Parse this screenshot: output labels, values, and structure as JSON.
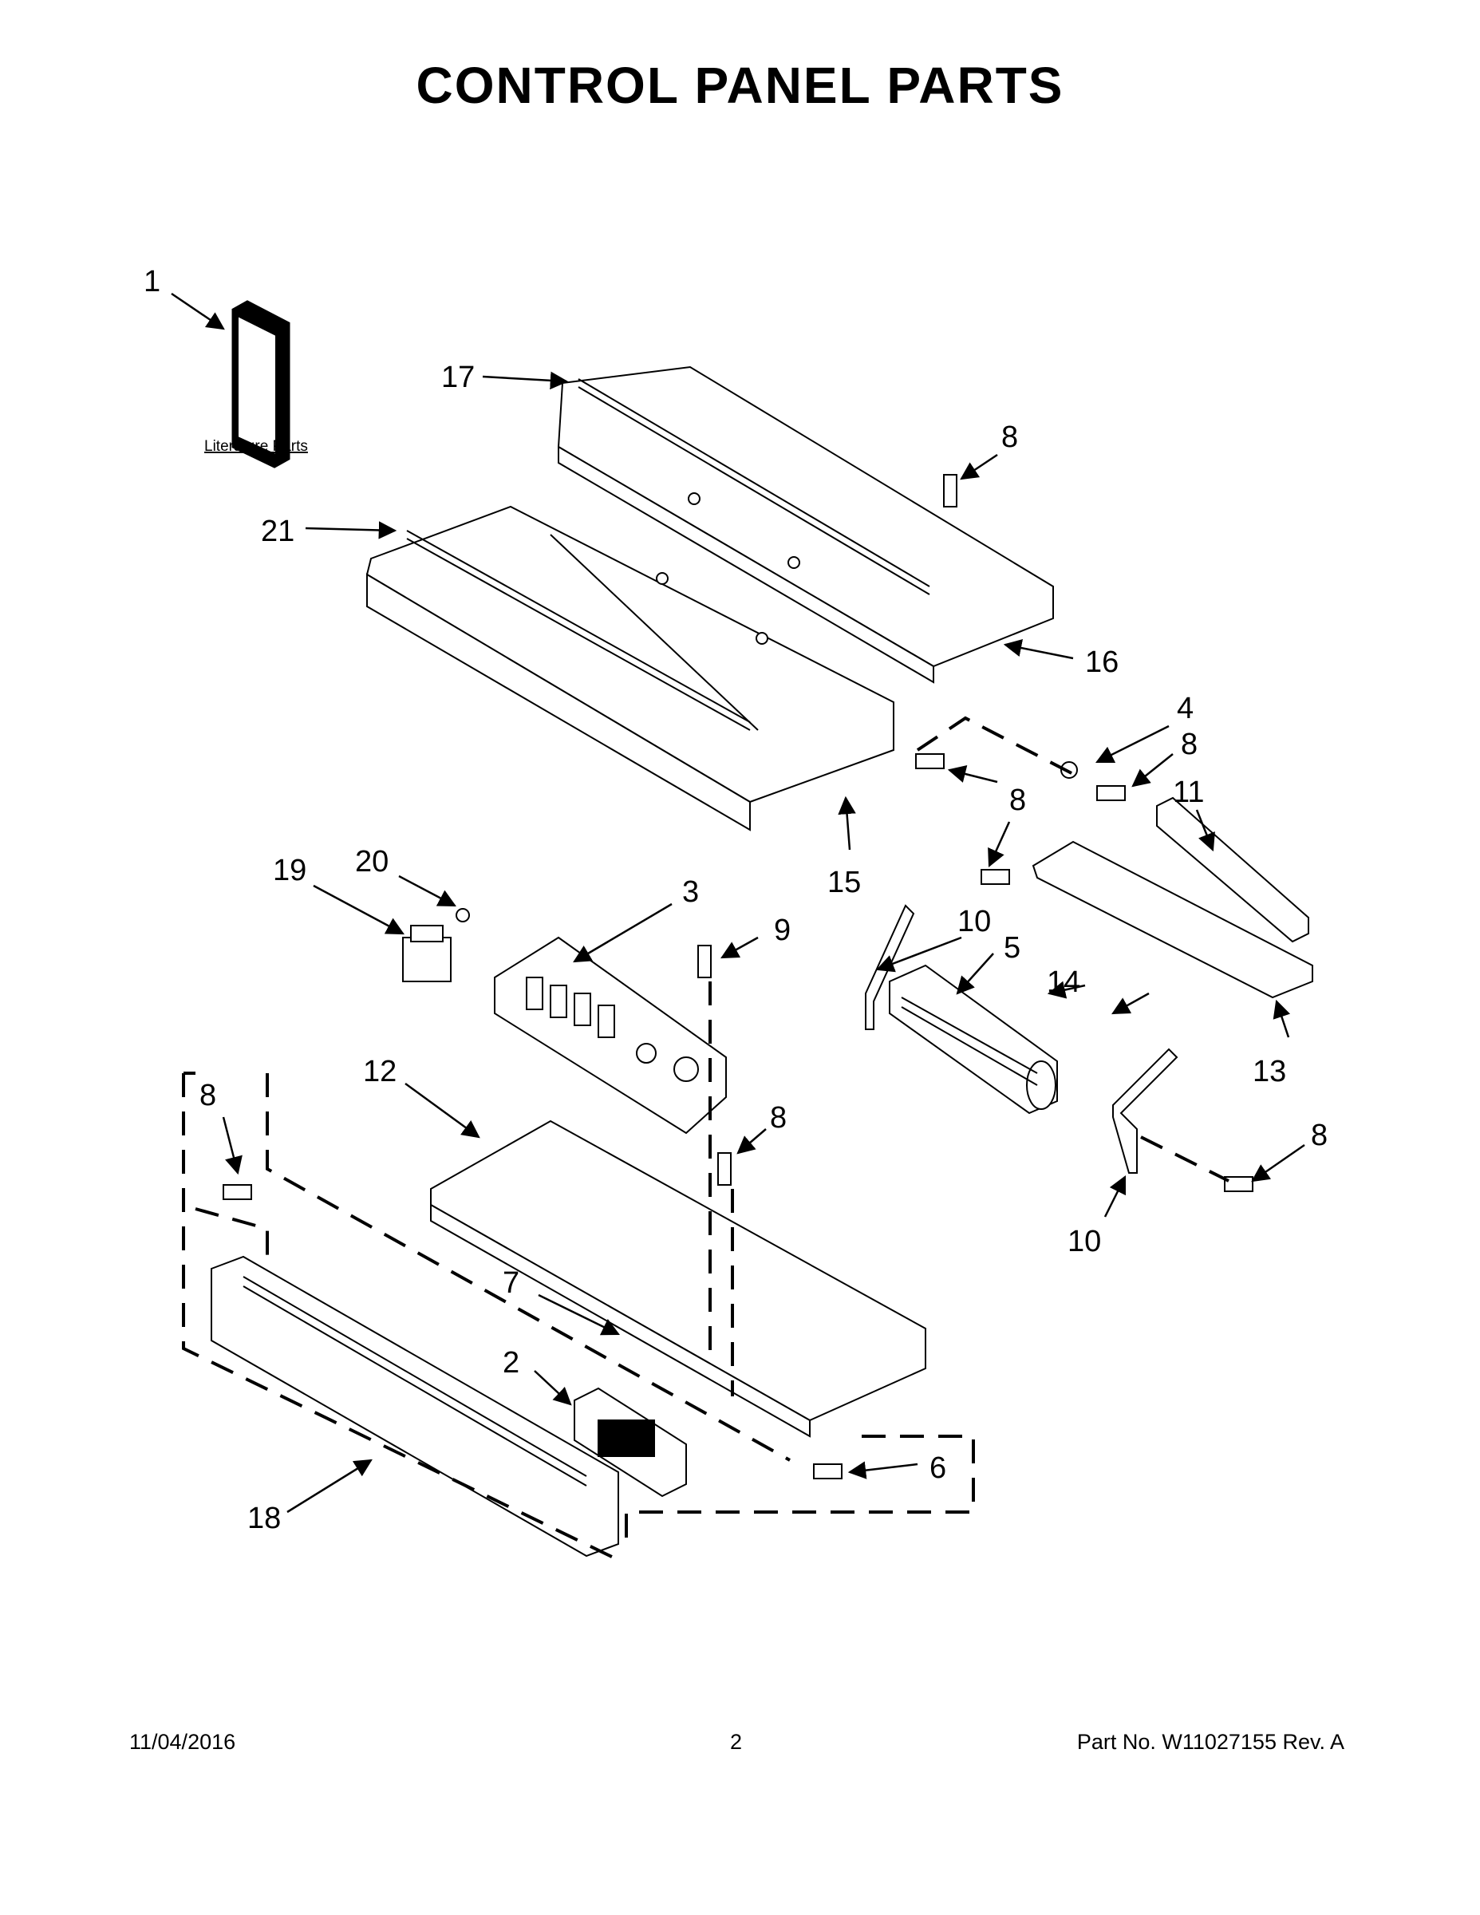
{
  "title": "CONTROL PANEL PARTS",
  "literature_label": "Literature Parts",
  "callouts": {
    "c1": "1",
    "c17": "17",
    "c8a": "8",
    "c21": "21",
    "c16": "16",
    "c4": "4",
    "c8b": "8",
    "c11": "11",
    "c8c": "8",
    "c15": "15",
    "c19": "19",
    "c20": "20",
    "c3": "3",
    "c9": "9",
    "c10a": "10",
    "c5": "5",
    "c14": "14",
    "c13": "13",
    "c8d": "8",
    "c12": "12",
    "c8e": "8",
    "c8f": "8",
    "c10b": "10",
    "c7": "7",
    "c2": "2",
    "c6": "6",
    "c18": "18"
  },
  "footer": {
    "date": "11/04/2016",
    "page": "2",
    "part_no": "Part No.  W11027155  Rev.  A"
  }
}
